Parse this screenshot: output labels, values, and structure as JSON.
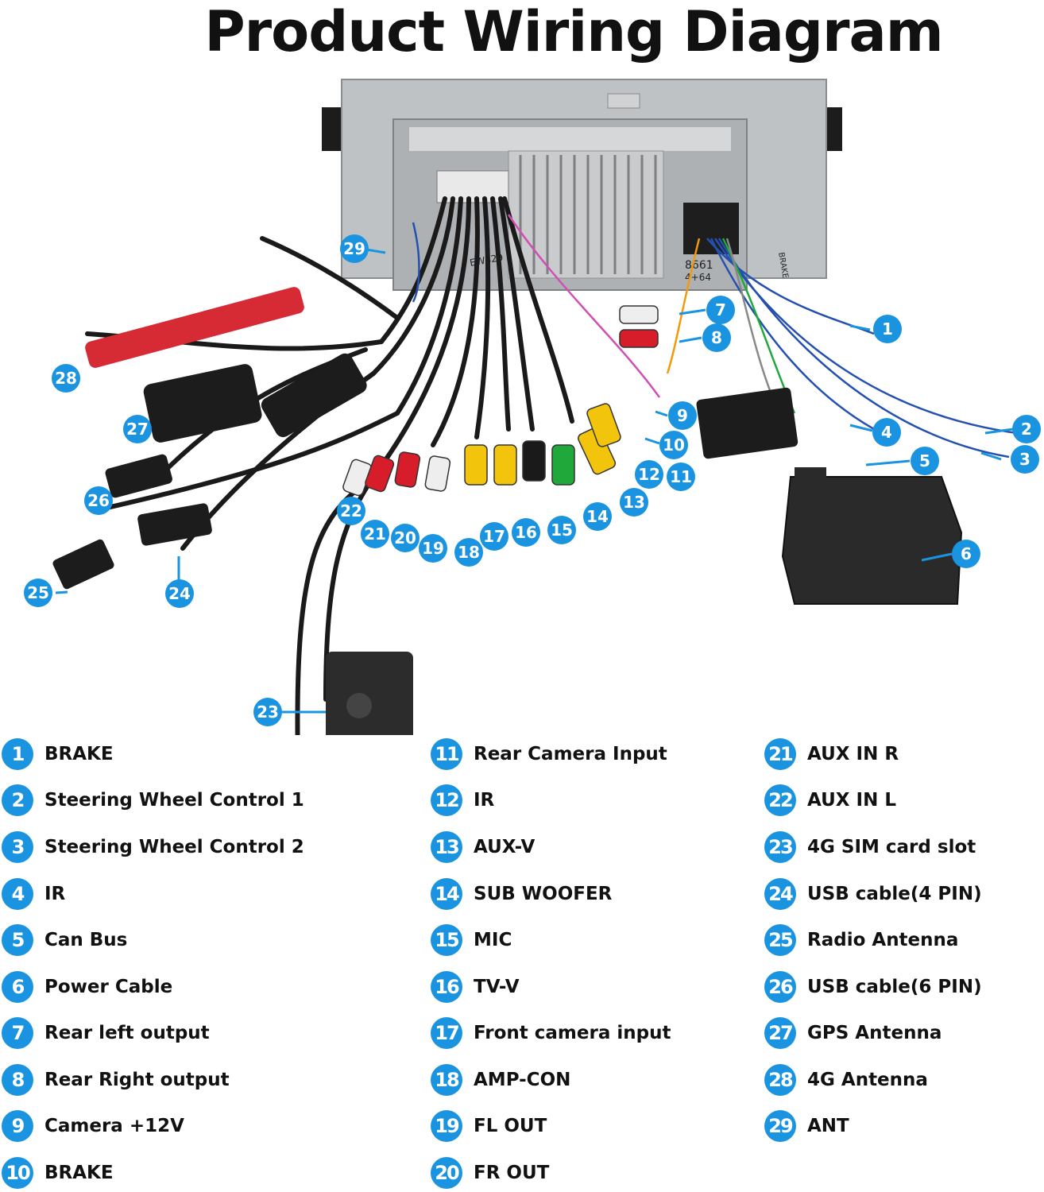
{
  "title": "Product Wiring Diagram",
  "head_unit": {
    "label_1": "8661",
    "label_2": "4+64",
    "label_3": "EW829",
    "label_4": "BRAKE"
  },
  "colors": {
    "accent": "#1a94e0",
    "chassis": "#b9bcbf",
    "cable": "#1a1a1a",
    "rca_red": "#d81d2a",
    "rca_white": "#eeeeee",
    "rca_yellow": "#f2c40c",
    "rca_green": "#20a83a",
    "connector": "#2a2a2a"
  },
  "callouts": [
    {
      "num": "1"
    },
    {
      "num": "2"
    },
    {
      "num": "3"
    },
    {
      "num": "4"
    },
    {
      "num": "5"
    },
    {
      "num": "6"
    },
    {
      "num": "7"
    },
    {
      "num": "8"
    },
    {
      "num": "9"
    },
    {
      "num": "10"
    },
    {
      "num": "11"
    },
    {
      "num": "12"
    },
    {
      "num": "13"
    },
    {
      "num": "14"
    },
    {
      "num": "15"
    },
    {
      "num": "16"
    },
    {
      "num": "17"
    },
    {
      "num": "18"
    },
    {
      "num": "19"
    },
    {
      "num": "20"
    },
    {
      "num": "21"
    },
    {
      "num": "22"
    },
    {
      "num": "23"
    },
    {
      "num": "24"
    },
    {
      "num": "25"
    },
    {
      "num": "26"
    },
    {
      "num": "27"
    },
    {
      "num": "28"
    },
    {
      "num": "29"
    }
  ],
  "legend": {
    "col1": [
      {
        "num": "1",
        "label": "BRAKE"
      },
      {
        "num": "2",
        "label": "Steering Wheel Control 1"
      },
      {
        "num": "3",
        "label": "Steering Wheel Control 2"
      },
      {
        "num": "4",
        "label": "IR"
      },
      {
        "num": "5",
        "label": "Can Bus"
      },
      {
        "num": "6",
        "label": "Power Cable"
      },
      {
        "num": "7",
        "label": "Rear left output"
      },
      {
        "num": "8",
        "label": "Rear Right output"
      },
      {
        "num": "9",
        "label": "Camera +12V"
      },
      {
        "num": "10",
        "label": "BRAKE"
      }
    ],
    "col2": [
      {
        "num": "11",
        "label": "Rear Camera Input"
      },
      {
        "num": "12",
        "label": "IR"
      },
      {
        "num": "13",
        "label": "AUX-V"
      },
      {
        "num": "14",
        "label": "SUB WOOFER"
      },
      {
        "num": "15",
        "label": "MIC"
      },
      {
        "num": "16",
        "label": "TV-V"
      },
      {
        "num": "17",
        "label": "Front camera input"
      },
      {
        "num": "18",
        "label": "AMP-CON"
      },
      {
        "num": "19",
        "label": "FL OUT"
      },
      {
        "num": "20",
        "label": "FR OUT"
      }
    ],
    "col3": [
      {
        "num": "21",
        "label": "AUX IN R"
      },
      {
        "num": "22",
        "label": "AUX IN L"
      },
      {
        "num": "23",
        "label": "4G SIM card slot"
      },
      {
        "num": "24",
        "label": "USB cable(4 PIN)"
      },
      {
        "num": "25",
        "label": "Radio Antenna"
      },
      {
        "num": "26",
        "label": "USB cable(6 PIN)"
      },
      {
        "num": "27",
        "label": "GPS Antenna"
      },
      {
        "num": "28",
        "label": "4G Antenna"
      },
      {
        "num": "29",
        "label": "ANT"
      }
    ]
  }
}
